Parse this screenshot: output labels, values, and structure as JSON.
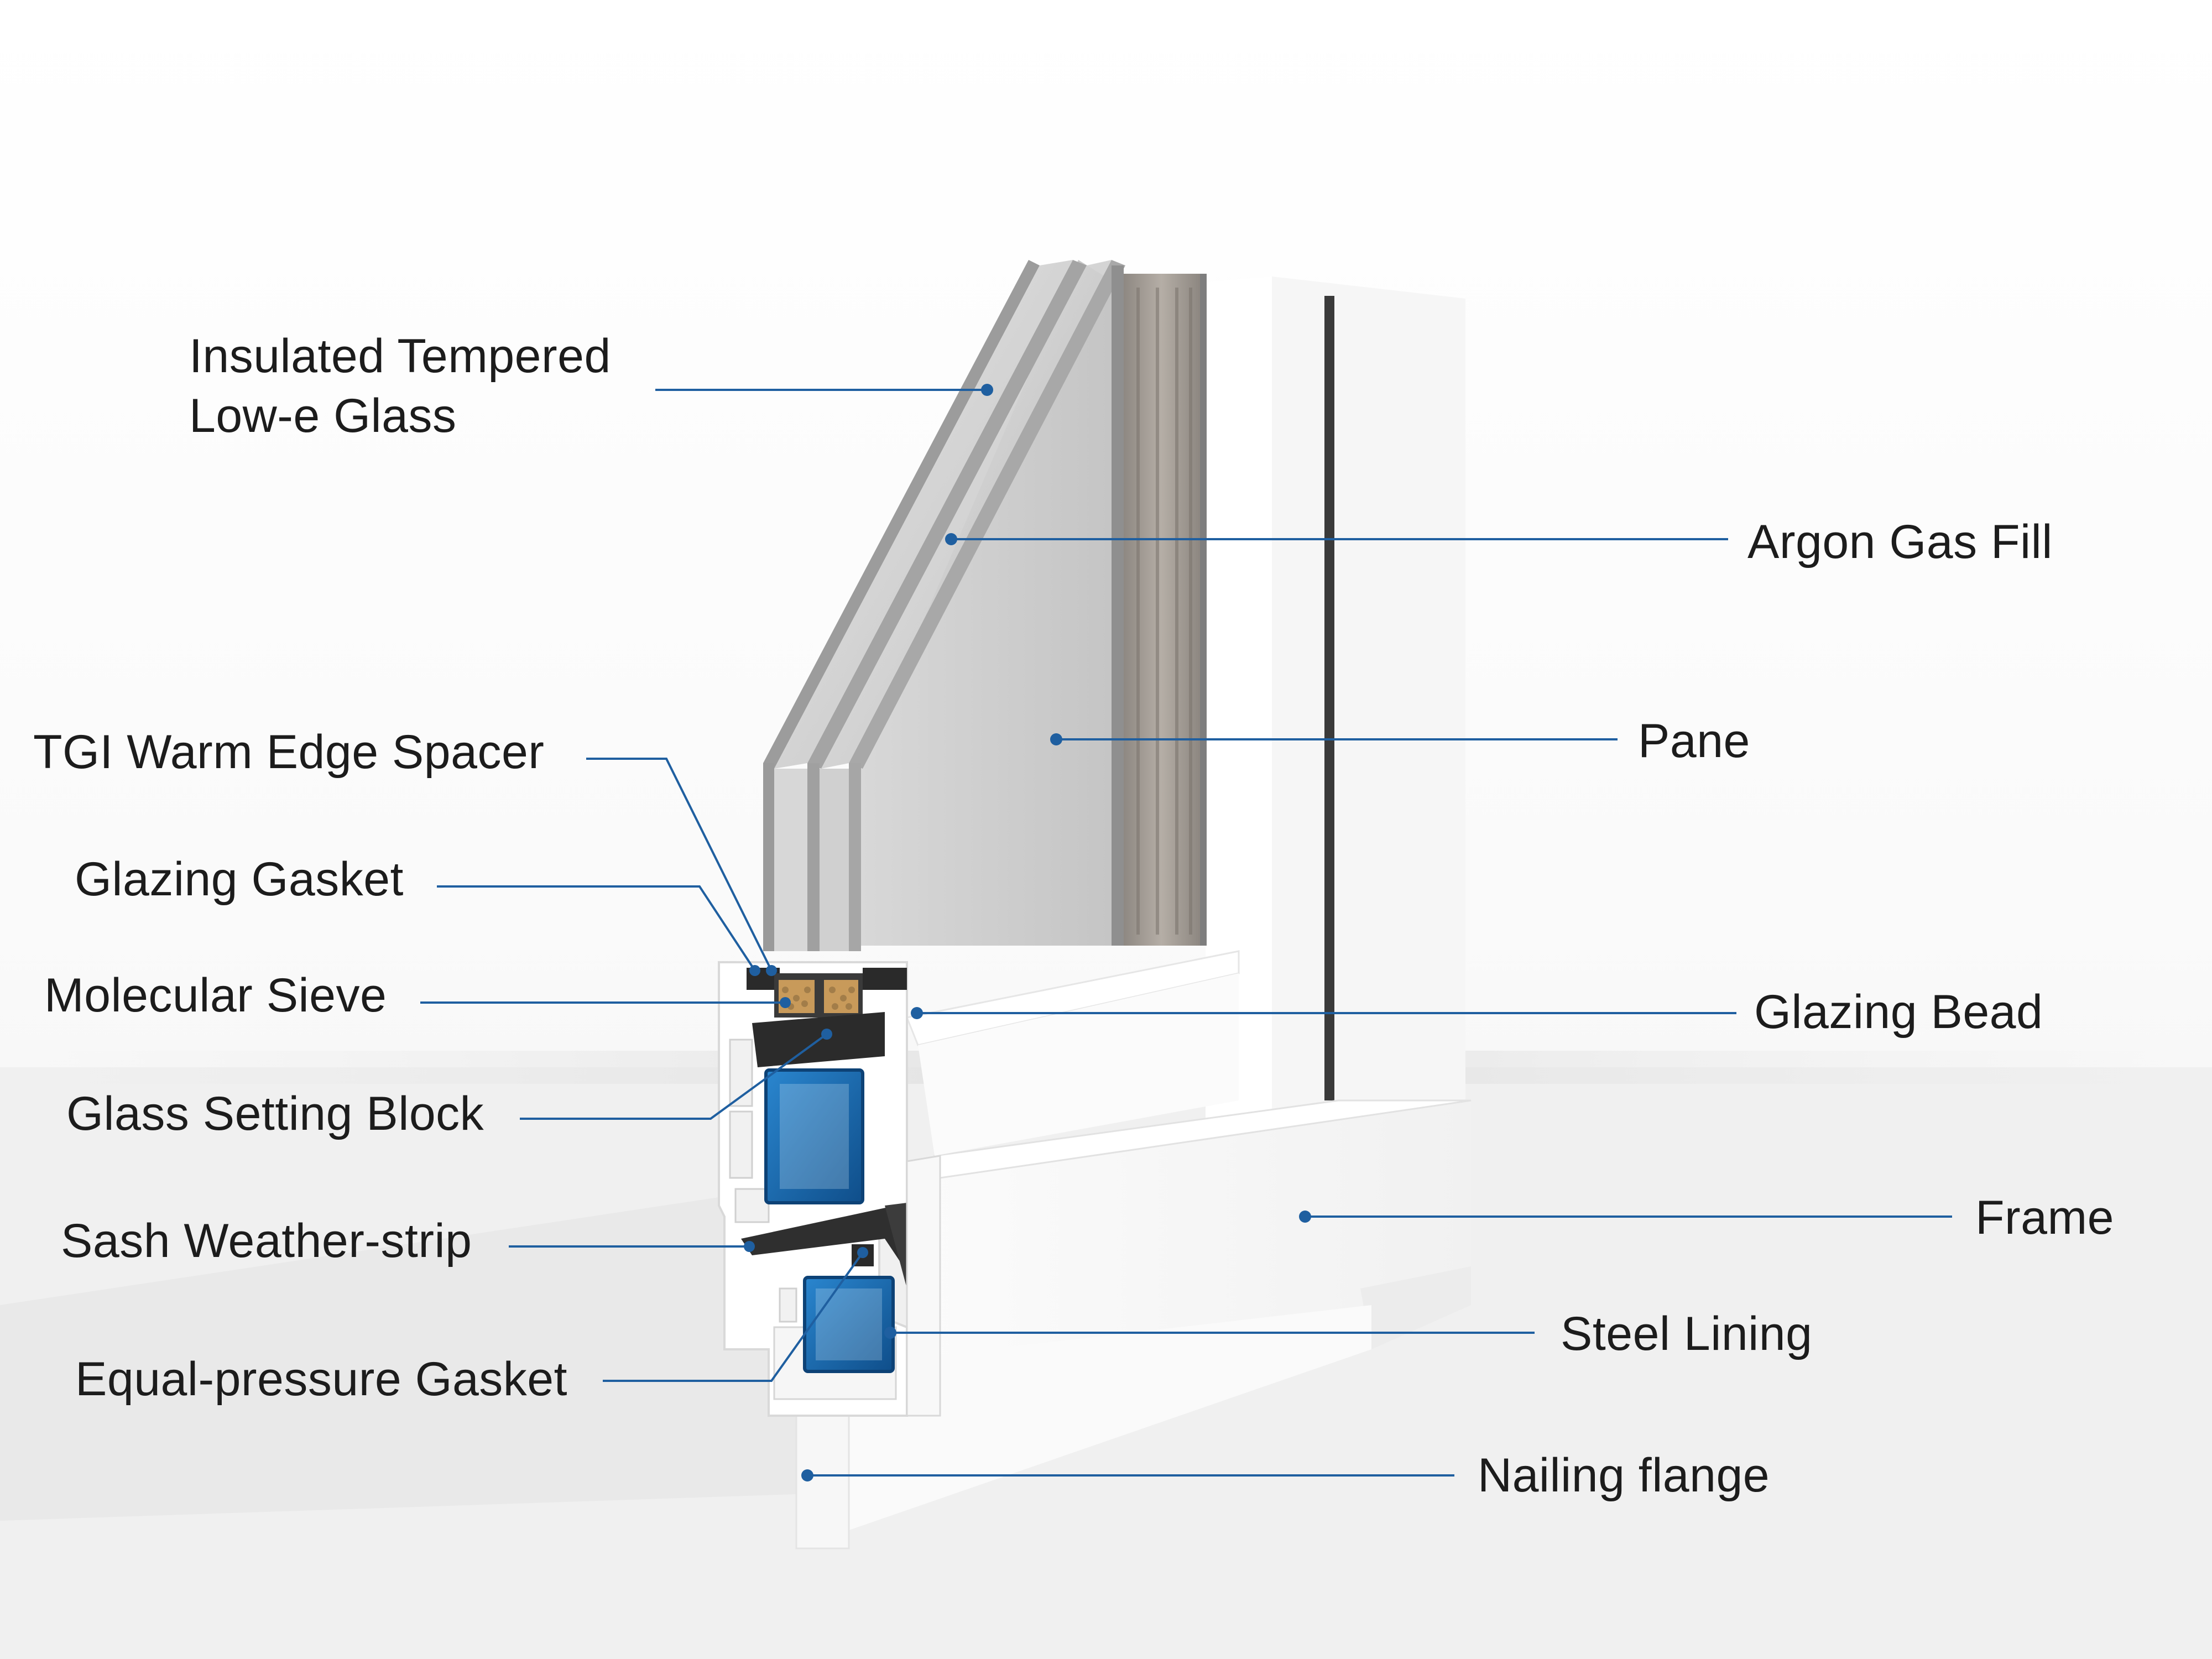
{
  "labels": {
    "insulated_glass_line1": "Insulated Tempered",
    "insulated_glass_line2": "Low-e Glass",
    "argon_gas_fill": "Argon Gas Fill",
    "pane": "Pane",
    "tgi_spacer": "TGI Warm Edge Spacer",
    "glazing_gasket": "Glazing Gasket",
    "molecular_sieve": "Molecular Sieve",
    "glazing_bead": "Glazing Bead",
    "glass_setting_block": "Glass Setting Block",
    "frame": "Frame",
    "sash_weather_strip": "Sash Weather-strip",
    "steel_lining": "Steel Lining",
    "equal_pressure_gasket": "Equal-pressure Gasket",
    "nailing_flange": "Nailing flange"
  },
  "colors": {
    "leader": "#1f5fa0",
    "steel_lining": "#1b6fb5",
    "pvc_frame": "#ffffff",
    "glass": "#c9c9c9",
    "gasket": "#2a2a2a",
    "desiccant": "#c89a5a"
  }
}
